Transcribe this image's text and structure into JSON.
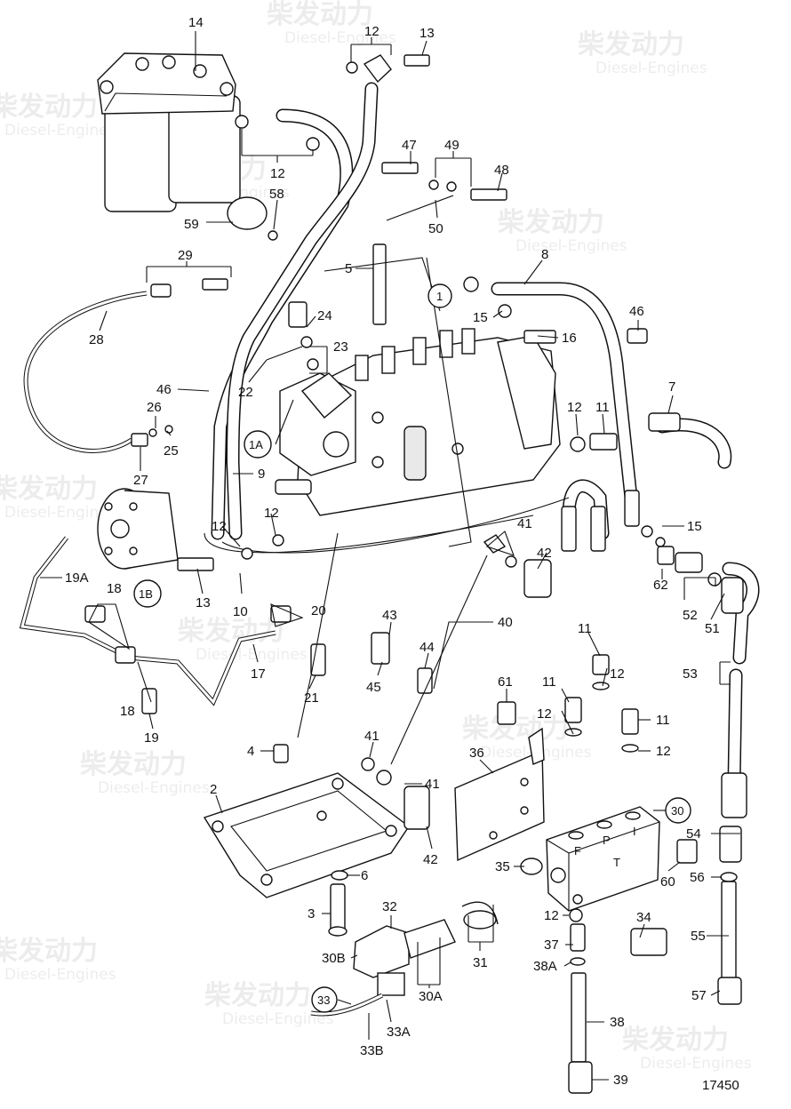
{
  "watermark": {
    "line1": "柴发动力",
    "line2": "Diesel-Engines"
  },
  "drawing_number": "17450",
  "labels": [
    {
      "id": "14",
      "text": "14"
    },
    {
      "id": "12a",
      "text": "12"
    },
    {
      "id": "13a",
      "text": "13"
    },
    {
      "id": "12b",
      "text": "12"
    },
    {
      "id": "47",
      "text": "47"
    },
    {
      "id": "49",
      "text": "49"
    },
    {
      "id": "48",
      "text": "48"
    },
    {
      "id": "50",
      "text": "50"
    },
    {
      "id": "58",
      "text": "58"
    },
    {
      "id": "59",
      "text": "59"
    },
    {
      "id": "29",
      "text": "29"
    },
    {
      "id": "5",
      "text": "5"
    },
    {
      "id": "8",
      "text": "8"
    },
    {
      "id": "1",
      "text": "1"
    },
    {
      "id": "15a",
      "text": "15"
    },
    {
      "id": "16",
      "text": "16"
    },
    {
      "id": "46a",
      "text": "46"
    },
    {
      "id": "24",
      "text": "24"
    },
    {
      "id": "23",
      "text": "23"
    },
    {
      "id": "28",
      "text": "28"
    },
    {
      "id": "22",
      "text": "22"
    },
    {
      "id": "46b",
      "text": "46"
    },
    {
      "id": "26",
      "text": "26"
    },
    {
      "id": "25",
      "text": "25"
    },
    {
      "id": "27",
      "text": "27"
    },
    {
      "id": "7",
      "text": "7"
    },
    {
      "id": "12c",
      "text": "12"
    },
    {
      "id": "11a",
      "text": "11"
    },
    {
      "id": "1A",
      "text": "1A"
    },
    {
      "id": "9",
      "text": "9"
    },
    {
      "id": "15b",
      "text": "15"
    },
    {
      "id": "12d",
      "text": "12"
    },
    {
      "id": "12e",
      "text": "12"
    },
    {
      "id": "41a",
      "text": "41"
    },
    {
      "id": "42a",
      "text": "42"
    },
    {
      "id": "62",
      "text": "62"
    },
    {
      "id": "19A",
      "text": "19A"
    },
    {
      "id": "1B",
      "text": "1B"
    },
    {
      "id": "13b",
      "text": "13"
    },
    {
      "id": "10",
      "text": "10"
    },
    {
      "id": "18a",
      "text": "18"
    },
    {
      "id": "20",
      "text": "20"
    },
    {
      "id": "52",
      "text": "52"
    },
    {
      "id": "51",
      "text": "51"
    },
    {
      "id": "43",
      "text": "43"
    },
    {
      "id": "40",
      "text": "40"
    },
    {
      "id": "11b",
      "text": "11"
    },
    {
      "id": "44",
      "text": "44"
    },
    {
      "id": "12f",
      "text": "12"
    },
    {
      "id": "53",
      "text": "53"
    },
    {
      "id": "17",
      "text": "17"
    },
    {
      "id": "45",
      "text": "45"
    },
    {
      "id": "61",
      "text": "61"
    },
    {
      "id": "11c",
      "text": "11"
    },
    {
      "id": "18b",
      "text": "18"
    },
    {
      "id": "21",
      "text": "21"
    },
    {
      "id": "12g",
      "text": "12"
    },
    {
      "id": "11d",
      "text": "11"
    },
    {
      "id": "19",
      "text": "19"
    },
    {
      "id": "12h",
      "text": "12"
    },
    {
      "id": "41b",
      "text": "41"
    },
    {
      "id": "4",
      "text": "4"
    },
    {
      "id": "36",
      "text": "36"
    },
    {
      "id": "41c",
      "text": "41"
    },
    {
      "id": "2",
      "text": "2"
    },
    {
      "id": "30",
      "text": "30"
    },
    {
      "id": "54",
      "text": "54"
    },
    {
      "id": "42b",
      "text": "42"
    },
    {
      "id": "35",
      "text": "35"
    },
    {
      "id": "60",
      "text": "60"
    },
    {
      "id": "6",
      "text": "6"
    },
    {
      "id": "56",
      "text": "56"
    },
    {
      "id": "3",
      "text": "3"
    },
    {
      "id": "32",
      "text": "32"
    },
    {
      "id": "12i",
      "text": "12"
    },
    {
      "id": "34",
      "text": "34"
    },
    {
      "id": "55",
      "text": "55"
    },
    {
      "id": "30B",
      "text": "30B"
    },
    {
      "id": "37",
      "text": "37"
    },
    {
      "id": "31",
      "text": "31"
    },
    {
      "id": "38A",
      "text": "38A"
    },
    {
      "id": "30A",
      "text": "30A"
    },
    {
      "id": "57",
      "text": "57"
    },
    {
      "id": "33",
      "text": "33"
    },
    {
      "id": "38",
      "text": "38"
    },
    {
      "id": "33A",
      "text": "33A"
    },
    {
      "id": "33B",
      "text": "33B"
    },
    {
      "id": "39",
      "text": "39"
    }
  ],
  "block_marks": {
    "F": "F",
    "P": "P",
    "I": "I",
    "T": "T"
  }
}
